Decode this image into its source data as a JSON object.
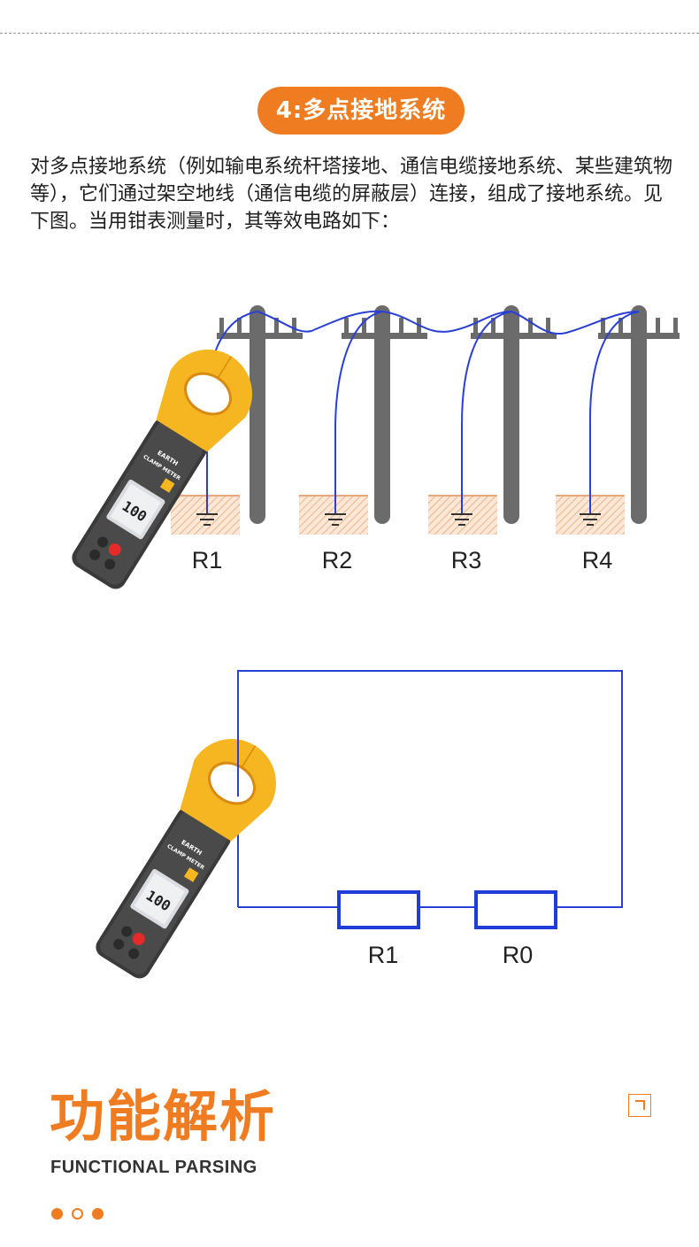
{
  "section": {
    "title": "4:多点接地系统",
    "intro": "对多点接地系统（例如输电系统杆塔接地、通信电缆接地系统、某些建筑物等），它们通过架空地线（通信电缆的屏蔽层）连接，组成了接地系统。见下图。当用钳表测量时，其等效电路如下："
  },
  "diagram_top": {
    "labels": [
      "R1",
      "R2",
      "R3",
      "R4"
    ]
  },
  "diagram_bottom": {
    "resistors": [
      "R1",
      "R0"
    ]
  },
  "meter": {
    "brand_line1": "EARTH",
    "brand_line2": "CLAMP METER",
    "display": "100"
  },
  "footer": {
    "title": "功能解析",
    "subtitle": "FUNCTIONAL PARSING"
  },
  "colors": {
    "accent": "#f07c22",
    "wire": "#2a3fd6",
    "pole": "#6b6b6b",
    "clamp": "#f5b621"
  },
  "icons": {
    "corner": "corner-bracket-icon",
    "dots": [
      "dot-filled-icon",
      "dot-ring-icon",
      "dot-filled-icon"
    ]
  }
}
